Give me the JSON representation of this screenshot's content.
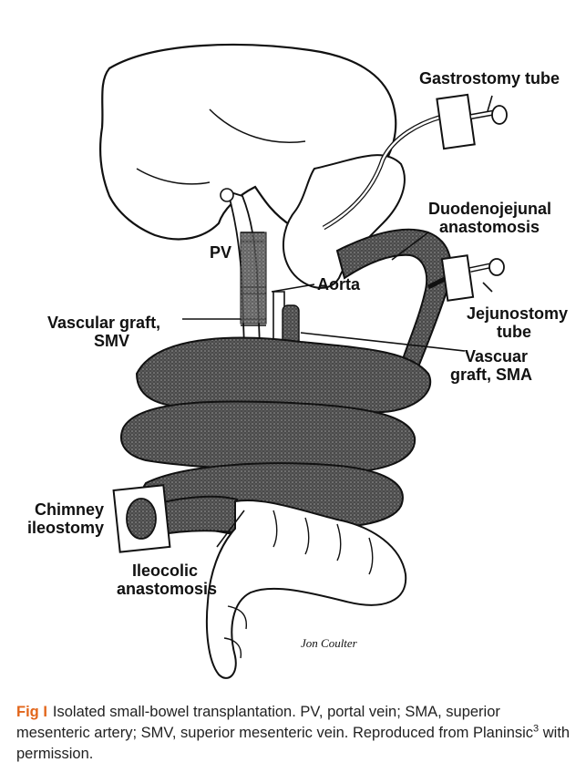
{
  "figure": {
    "labels": {
      "gastrostomy_tube": "Gastrostomy tube",
      "duodenojejunal_1": "Duodenojejunal",
      "duodenojejunal_2": "anastomosis",
      "pv": "PV",
      "aorta": "Aorta",
      "jejunostomy_1": "Jejunostomy",
      "jejunostomy_2": "tube",
      "vascular_graft_smv_1": "Vascular graft,",
      "vascular_graft_smv_2": "SMV",
      "vascuar_graft_sma_1": "Vascuar",
      "vascuar_graft_sma_2": "graft, SMA",
      "chimney_1": "Chimney",
      "chimney_2": "ileostomy",
      "ileocolic_1": "Ileocolic",
      "ileocolic_2": "anastomosis",
      "signature": "Jon Coulter"
    }
  },
  "caption": {
    "fig_label": "Fig I",
    "text": "Isolated small-bowel transplantation. PV, portal vein; SMA, superior mesenteric artery; SMV, superior mesenteric vein. Reproduced from Planinsic",
    "ref": "3",
    "suffix": " with permission."
  },
  "colors": {
    "fig_label": "#e2661b",
    "bowel_fill": "#3a3a3a"
  }
}
